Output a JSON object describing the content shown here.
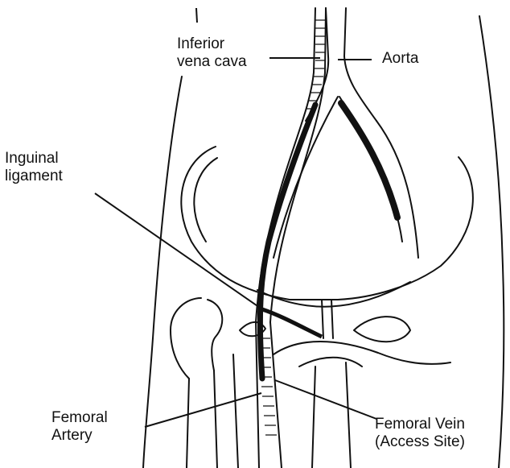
{
  "labels": {
    "inferior_vena_cava": [
      "Inferior",
      "vena cava"
    ],
    "aorta": "Aorta",
    "inguinal_ligament": [
      "Inguinal",
      "ligament"
    ],
    "femoral_artery": [
      "Femoral",
      "Artery"
    ],
    "femoral_vein": [
      "Femoral Vein",
      "(Access Site)"
    ]
  },
  "colors": {
    "ink": "#111111",
    "background": "#ffffff"
  }
}
